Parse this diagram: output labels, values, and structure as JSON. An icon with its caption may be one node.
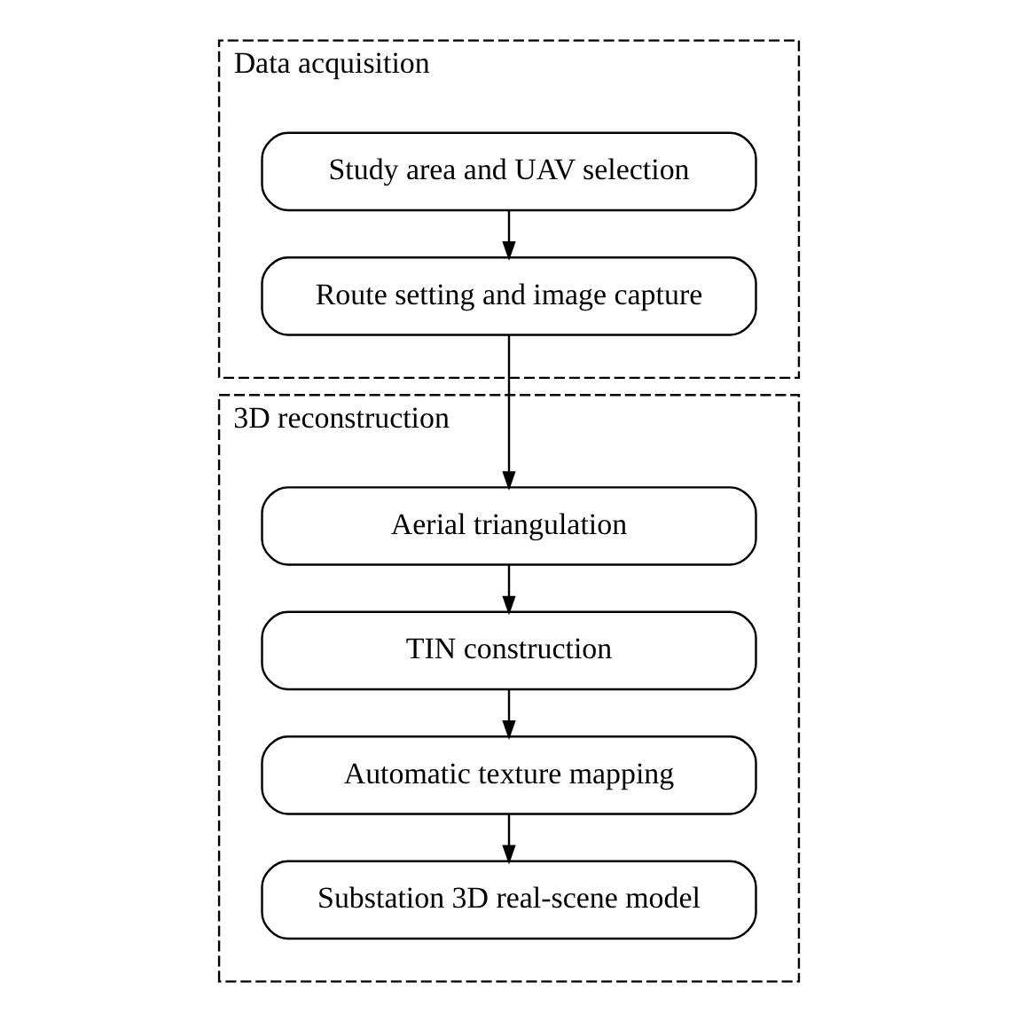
{
  "diagram": {
    "nodes": [
      {
        "text": [
          "Data acquisition"
        ]
      },
      {
        "text": [
          "Study area and UAV selection"
        ],
        "in": 0
      },
      {
        "text": [
          "Route setting and image capture"
        ],
        "in": 0
      },
      {
        "text": [
          "3D reconstruction"
        ]
      },
      {
        "text": [
          "Aerial triangulation"
        ],
        "in": 3
      },
      {
        "text": [
          "TIN construction"
        ],
        "in": 3
      },
      {
        "text": [
          "Automatic texture mapping"
        ],
        "in": 3
      },
      {
        "text": [
          "Substation 3D real-scene model"
        ],
        "in": 3
      }
    ],
    "edges": [
      {
        "from": 1,
        "to": 2,
        "arrow": "to"
      },
      {
        "from": 2,
        "to": 4,
        "arrow": "to"
      },
      {
        "from": 4,
        "to": 5,
        "arrow": "to"
      },
      {
        "from": 5,
        "to": 6,
        "arrow": "to"
      },
      {
        "from": 6,
        "to": 7,
        "arrow": "to"
      }
    ]
  }
}
